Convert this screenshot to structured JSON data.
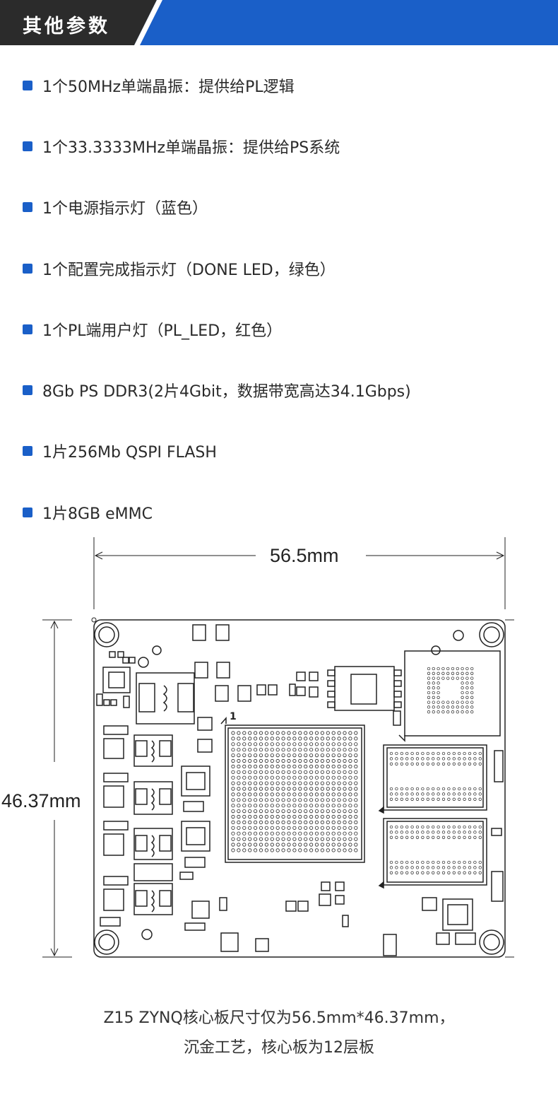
{
  "header": {
    "title": "其他参数"
  },
  "colors": {
    "accent": "#1a5fc8",
    "header_dark": "#2b2b2b"
  },
  "params": [
    "1个50MHz单端晶振：提供给PL逻辑",
    "1个33.3333MHz单端晶振：提供给PS系统",
    "1个电源指示灯（蓝色）",
    "1个配置完成指示灯（DONE LED，绿色）",
    "1个PL端用户灯（PL_LED，红色）",
    "8Gb PS DDR3(2片4Gbit，数据带宽高达34.1Gbps)",
    "1片256Mb QSPI FLASH",
    "1片8GB eMMC"
  ],
  "board": {
    "width_label": "56.5mm",
    "height_label": "46.37mm",
    "pin1_label": "1"
  },
  "caption": {
    "line1": "Z15 ZYNQ核心板尺寸仅为56.5mm*46.37mm，",
    "line2": "沉金工艺，核心板为12层板"
  }
}
